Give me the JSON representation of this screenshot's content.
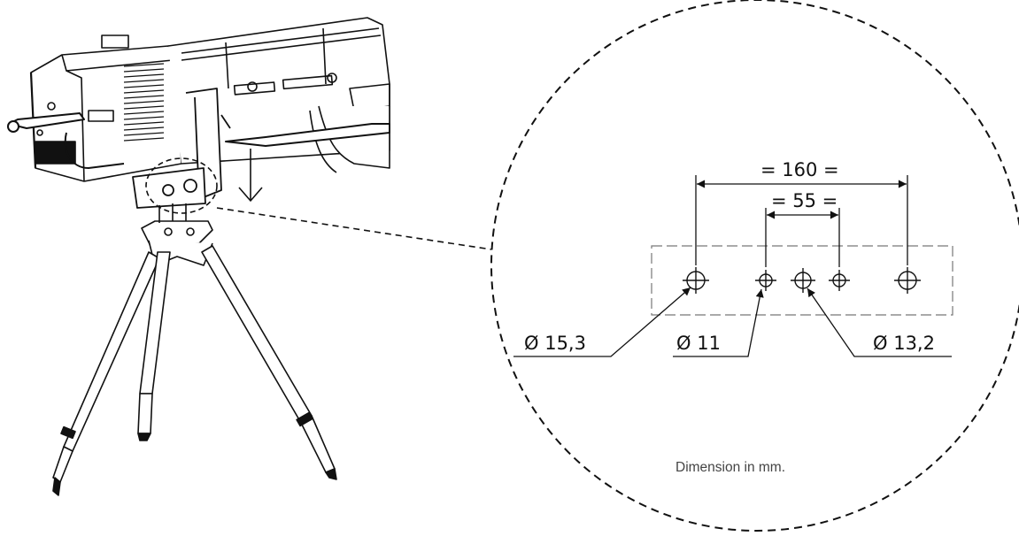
{
  "dimensions": {
    "overall_spacing": "= 160 =",
    "inner_spacing": "= 55 =",
    "hole_large": "Ø 15,3",
    "hole_small": "Ø 11",
    "hole_medium": "Ø 13,2"
  },
  "note": "Dimension in mm.",
  "colors": {
    "line": "#111111",
    "note": "#444444"
  }
}
